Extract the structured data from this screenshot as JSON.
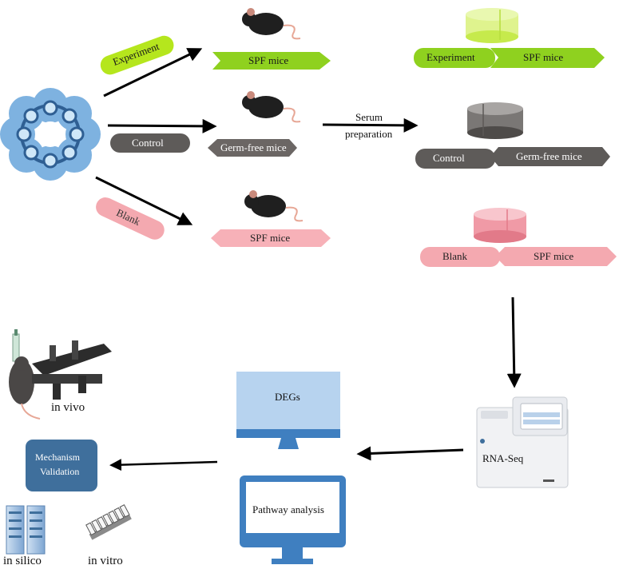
{
  "groups": {
    "experiment": {
      "pill": "Experiment",
      "mice": "SPF mice",
      "color_pill": "#b5e61d",
      "color_tag": "#8fd11f"
    },
    "control": {
      "pill": "Control",
      "mice": "Germ-free mice",
      "color_pill": "#5e5b59",
      "color_tag": "#6b6664"
    },
    "blank": {
      "pill": "Blank",
      "mice": "SPF mice",
      "color_pill": "#f4a9b0",
      "color_tag": "#f7b1b8"
    }
  },
  "serum": {
    "line1": "Serum",
    "line2": "preparation"
  },
  "results": {
    "experiment": {
      "left": "Experiment",
      "right": "SPF mice"
    },
    "control": {
      "left": "Control",
      "right": "Germ-free mice"
    },
    "blank": {
      "left": "Blank",
      "right": "SPF mice"
    }
  },
  "rnaseq": {
    "label": "RNA-Seq"
  },
  "monitors": {
    "degs": "DEGs",
    "pathway": "Pathway analysis"
  },
  "mechanism": {
    "line1": "Mechanism",
    "line2": "Validation",
    "color": "#3f6f9c"
  },
  "validation": {
    "in_vivo": "in vivo",
    "in_silico": "in silico",
    "in_vitro": "in vitro"
  },
  "colors": {
    "monitor_blue": "#3f7fc0",
    "screen_light": "#b7d3ef",
    "arrow": "#000000"
  }
}
